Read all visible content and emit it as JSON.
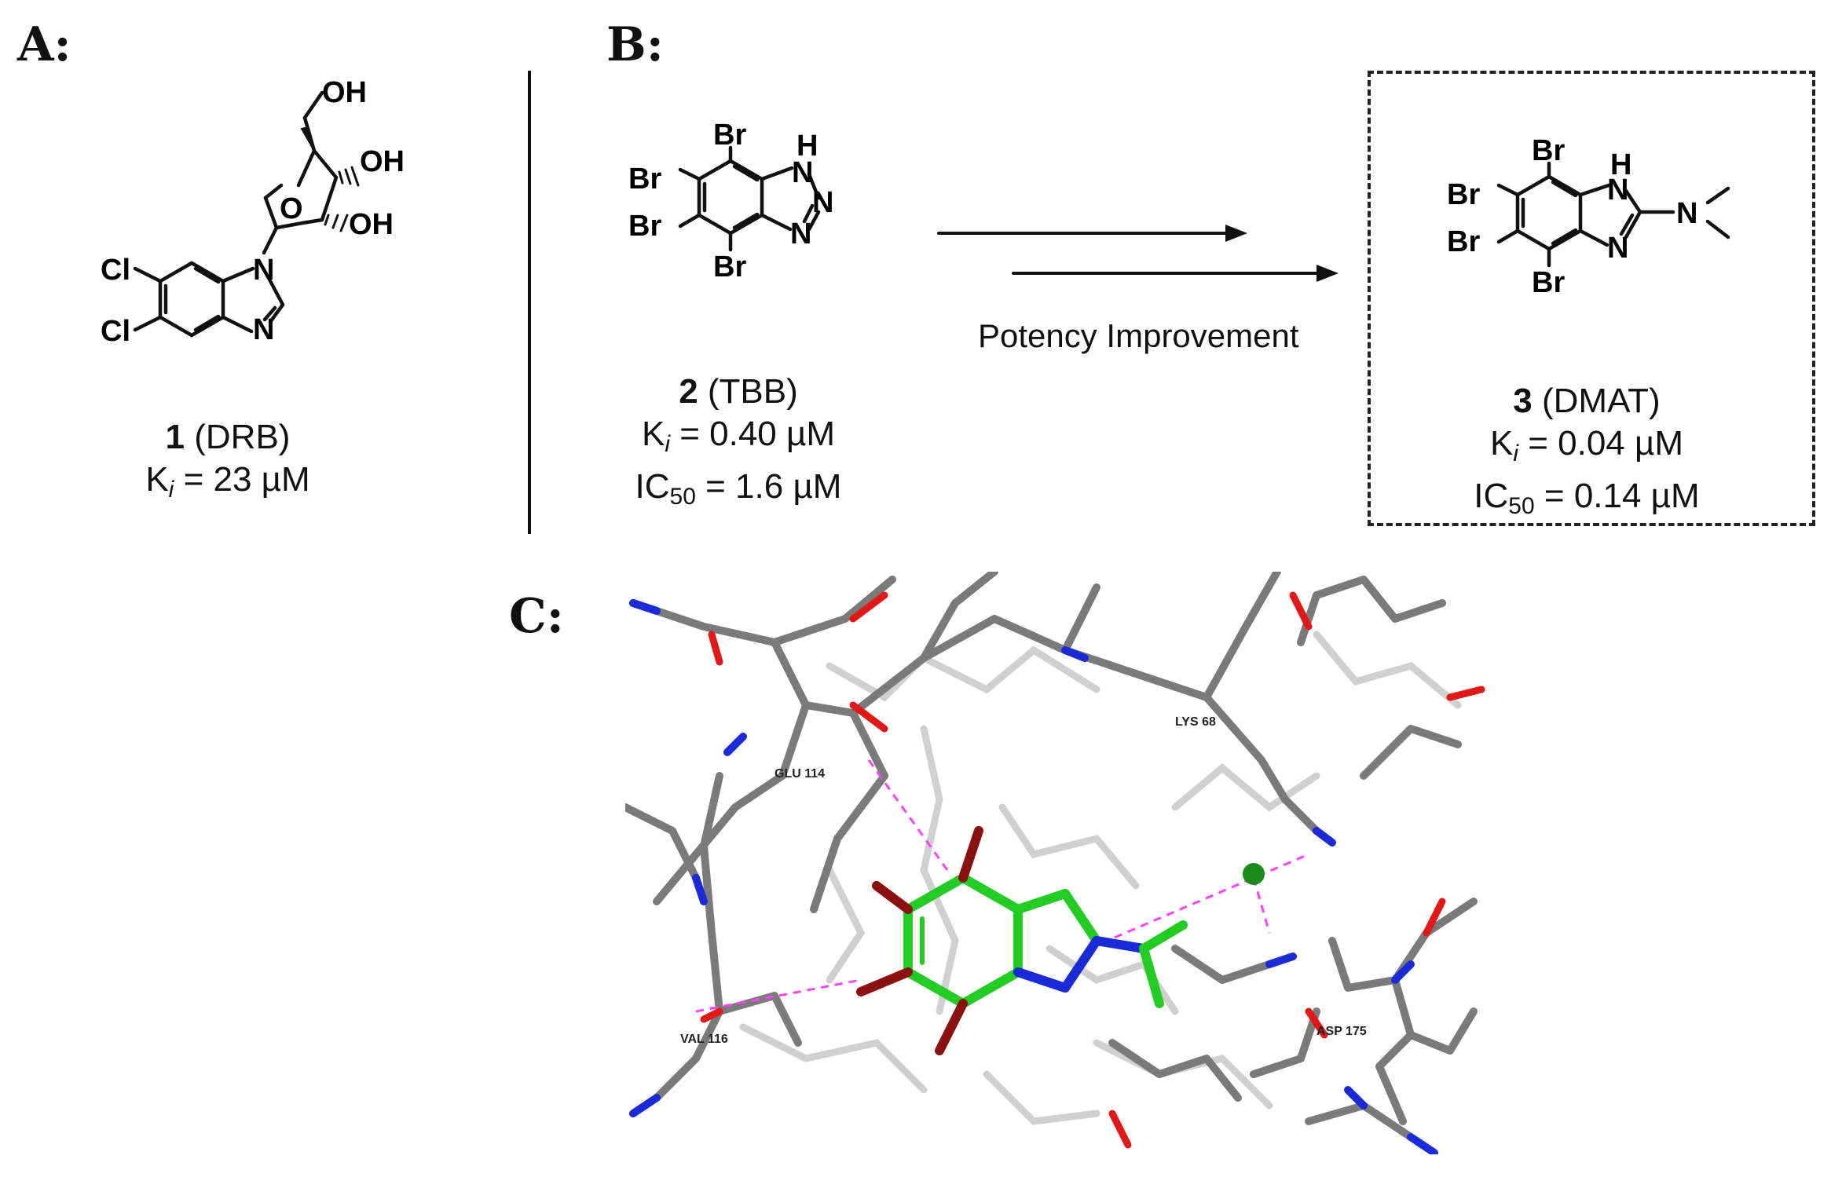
{
  "panels": {
    "a_label": "A:",
    "b_label": "B:",
    "c_label": "C:"
  },
  "compound1": {
    "number": "1",
    "name": "(DRB)",
    "ki_label": "K",
    "ki_sub": "i",
    "ki_value": " = 23 µM",
    "atoms": {
      "oh1": "OH",
      "oh2": "OH",
      "oh3": "OH",
      "o": "O",
      "n1": "N",
      "n2": "N",
      "cl1": "Cl",
      "cl2": "Cl"
    }
  },
  "compound2": {
    "number": "2",
    "name": "(TBB)",
    "ki_label": "K",
    "ki_sub": "i",
    "ki_value": " = 0.40 µM",
    "ic_label": "IC",
    "ic_sub": "50",
    "ic_value": " = 1.6 µM",
    "atoms": {
      "br_top": "Br",
      "br_left1": "Br",
      "br_left2": "Br",
      "br_bottom": "Br",
      "h": "H",
      "n1": "N",
      "n2": "N",
      "n3": "N"
    }
  },
  "arrow_label": "Potency Improvement",
  "compound3": {
    "number": "3",
    "name": "(DMAT)",
    "ki_label": "K",
    "ki_sub": "i",
    "ki_value": " = 0.04 µM",
    "ic_label": "IC",
    "ic_sub": "50",
    "ic_value": " = 0.14 µM",
    "atoms": {
      "br_top": "Br",
      "br_left1": "Br",
      "br_left2": "Br",
      "br_bottom": "Br",
      "h": "H",
      "n1": "N",
      "n2": "N",
      "n3": "N"
    }
  },
  "docking": {
    "residues": [
      "GLU 114",
      "LYS 68",
      "VAL 116",
      "ASP 175"
    ],
    "colors": {
      "ligand": "#22cc22",
      "protein": "#7a7a7a",
      "nitrogen": "#1a2ad8",
      "oxygen": "#e01818",
      "bromine": "#8b1010",
      "hbond": "#ff40ff",
      "water": "#1a8a1a"
    }
  }
}
